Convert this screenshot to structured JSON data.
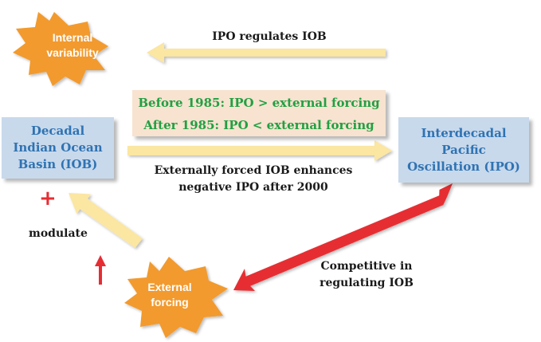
{
  "nodes": {
    "iob": "Decadal\nIndian Ocean\nBasin (IOB)",
    "ipo": "Interdecadal\nPacific\nOscillation (IPO)",
    "internal": "Internal\nvariability",
    "external": "External\nforcing"
  },
  "comparison": {
    "before": "Before 1985: IPO > external forcing",
    "after": "After 1985: IPO < external forcing"
  },
  "labels": {
    "ipo_regulates": "IPO regulates IOB",
    "enhances": "Externally forced IOB enhances\nnegative IPO after 2000",
    "modulate": "modulate",
    "competitive": "Competitive in\nregulating IOB"
  },
  "symbols": {
    "plus": "+"
  },
  "colors": {
    "pale_arrow": "#fbe6a2",
    "red_arrow": "#e62d33",
    "star": "#f29a2e",
    "box_fill": "#c8d9ec",
    "box_text": "#2f73b3",
    "comparison_fill": "#f7e3cf",
    "comparison_text": "#21a043"
  }
}
